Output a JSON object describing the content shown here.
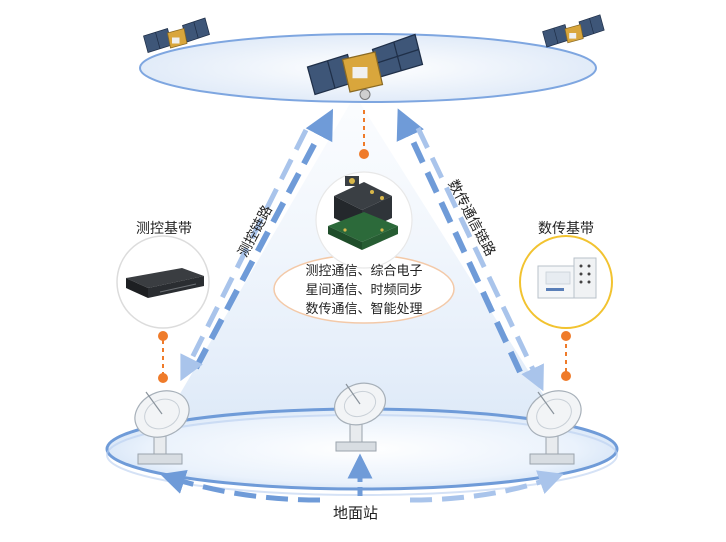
{
  "labels": {
    "tt_baseband": "测控基带",
    "dt_baseband": "数传基带",
    "tt_link": "测控链路",
    "dt_link": "数传通信链路",
    "ground_station": "地面站"
  },
  "payload_functions": [
    "测控通信、综合电子",
    "星间通信、时频同步",
    "数传通信、智能处理"
  ],
  "colors": {
    "link_blue": "#6f9bd8",
    "orbit_blue": "#8fb2e6",
    "accent_orange": "#ef7b2a",
    "callout_gold": "#f2c330"
  },
  "icons": {
    "satellite": "satellite-icon",
    "antenna": "dish-antenna-icon",
    "payload": "payload-module-icon",
    "tt_device": "rack-unit-icon",
    "dt_device": "data-terminal-icon"
  }
}
